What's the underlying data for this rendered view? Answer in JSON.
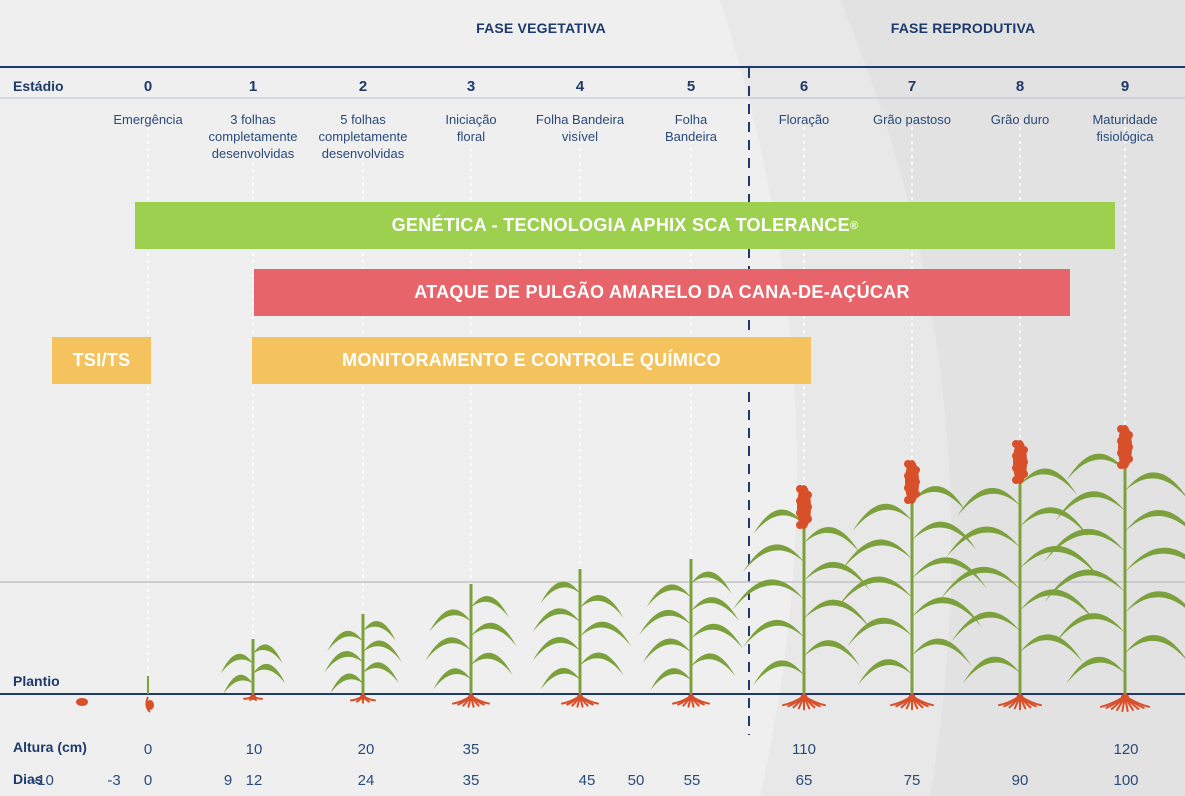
{
  "phases": {
    "vegetative": "FASE VEGETATIVA",
    "reproductive": "FASE REPRODUTIVA"
  },
  "stage_header": "Estádio",
  "stages": [
    {
      "num": "0",
      "desc": "Emergência"
    },
    {
      "num": "1",
      "desc": "3 folhas\ncompletamente\ndesenvolvidas"
    },
    {
      "num": "2",
      "desc": "5 folhas\ncompletamente\ndesenvolvidas"
    },
    {
      "num": "3",
      "desc": "Iniciação\nfloral"
    },
    {
      "num": "4",
      "desc": "Folha Bandeira\nvisível"
    },
    {
      "num": "5",
      "desc": "Folha\nBandeira"
    },
    {
      "num": "6",
      "desc": "Floração"
    },
    {
      "num": "7",
      "desc": "Grão pastoso"
    },
    {
      "num": "8",
      "desc": "Grão duro"
    },
    {
      "num": "9",
      "desc": "Maturidade\nfisiológica"
    }
  ],
  "bars": {
    "genetics": {
      "label": "GENÉTICA - TECNOLOGIA APHIX SCA TOLERANCE",
      "mark": "®",
      "color": "#9dd04e"
    },
    "attack": {
      "label": "ATAQUE DE PULGÃO AMARELO DA CANA-DE-AÇÚCAR",
      "color": "#e7646b"
    },
    "seed_treatment": {
      "label": "TSI/TS",
      "color": "#f4c35e"
    },
    "monitoring": {
      "label": "MONITORAMENTO E CONTROLE QUÍMICO",
      "color": "#f4c35e"
    }
  },
  "planting_label": "Plantio",
  "height_label": "Altura (cm)",
  "heights": [
    "0",
    "10",
    "20",
    "35",
    "110",
    "120"
  ],
  "days_label": "Dias",
  "days": [
    "-10",
    "-3",
    "0",
    "9",
    "12",
    "24",
    "35",
    "45",
    "50",
    "55",
    "65",
    "75",
    "90",
    "100"
  ],
  "colors": {
    "navy": "#1d3a6b",
    "leaf": "#7ca13c",
    "root": "#d8502a"
  }
}
